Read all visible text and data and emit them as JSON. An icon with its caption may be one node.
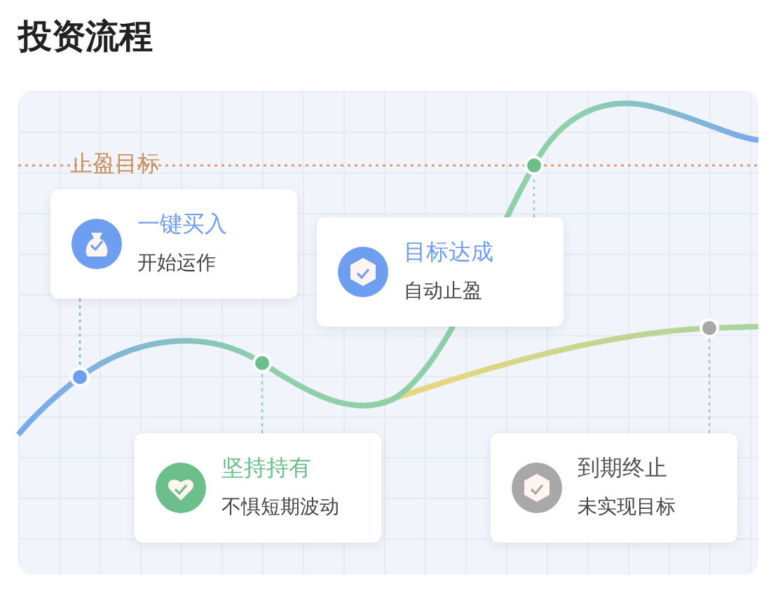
{
  "diagram": {
    "title": "投资流程",
    "nodes": [
      {
        "text": [
          "一键买入",
          "开始运作"
        ]
      },
      {
        "text": [
          "目标达成",
          "自动止盈"
        ]
      },
      {
        "text": [
          "坚持持有",
          "不惧短期波动"
        ]
      },
      {
        "text": [
          "到期终止",
          "未实现目标"
        ]
      },
      {
        "text": [],
        "shape": "circle"
      },
      {
        "text": [],
        "shape": "circle"
      },
      {
        "text": [],
        "shape": "circle"
      },
      {
        "text": [],
        "shape": "circle"
      }
    ],
    "edges": [
      {
        "from": 0,
        "to": 4,
        "arrow": "none",
        "style": "dashed",
        "color": "#7aa7f0"
      },
      {
        "from": 1,
        "to": 6,
        "arrow": "none",
        "style": "dashed",
        "color": "#8fd0a8"
      },
      {
        "from": 2,
        "to": 5,
        "arrow": "none",
        "style": "dashed",
        "color": "#8fd0a8"
      },
      {
        "from": 3,
        "to": 7,
        "arrow": "none",
        "style": "dashed",
        "color": "#bbbbbb"
      }
    ],
    "labels": [
      "止盈目标"
    ]
  }
}
